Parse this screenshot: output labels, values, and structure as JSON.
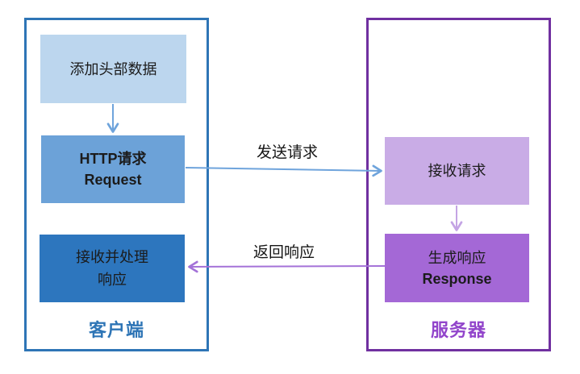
{
  "client": {
    "label": "客户端",
    "boxes": {
      "add_header": {
        "line1": "添加头部数据"
      },
      "http_request": {
        "line1": "HTTP请求",
        "line2": "Request"
      },
      "recv_process": {
        "line1": "接收并处理",
        "line2": "响应"
      }
    }
  },
  "server": {
    "label": "服务器",
    "boxes": {
      "recv_request": {
        "line1": "接收请求"
      },
      "gen_response": {
        "line1": "生成响应",
        "line2": "Response"
      }
    }
  },
  "arrows": {
    "send_label": "发送请求",
    "return_label": "返回响应"
  },
  "colors": {
    "client_border": "#2E75B6",
    "client_label_text": "#2E75B6",
    "box_light_blue": "#BCD6EE",
    "box_mid_blue": "#6CA2D8",
    "box_dark_blue": "#2D76BE",
    "server_border": "#7030A0",
    "server_label_text": "#9245CB",
    "box_light_purple": "#C9ACE6",
    "box_mid_purple": "#A468D6",
    "arrow_blue": "#6FA4DC",
    "arrow_light_purple": "#C4A4E4",
    "arrow_purple": "#A472D8"
  }
}
